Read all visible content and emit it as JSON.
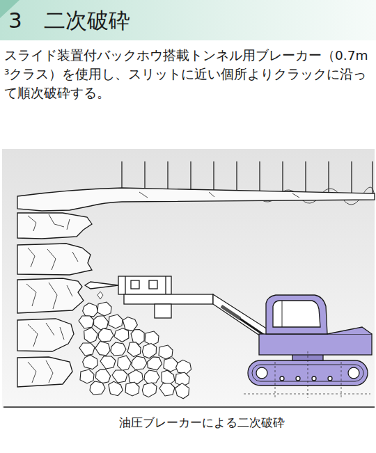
{
  "diagram": {
    "title": "3　二次破砕",
    "caption": "油圧ブレーカーによる二次破砕",
    "labels": [
      "スライド装置付バックホウ搭載トンネル用ブレーカー（0.7m³クラス）を使用し、スリットに近い個所よりクラックに沿って順次破砕する。"
    ]
  }
}
